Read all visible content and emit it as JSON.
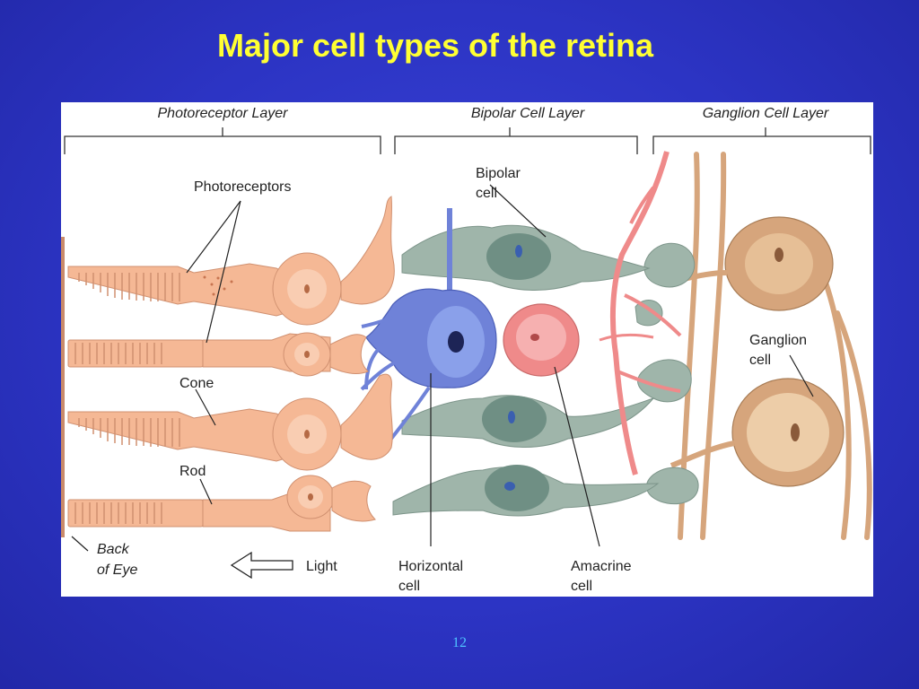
{
  "slide": {
    "title": "Major cell types of the retina",
    "page_number": "12"
  },
  "diagram": {
    "layers": {
      "photoreceptor": "Photoreceptor Layer",
      "bipolar": "Bipolar Cell Layer",
      "ganglion": "Ganglion Cell Layer"
    },
    "labels": {
      "photoreceptors": "Photoreceptors",
      "bipolar_line1": "Bipolar",
      "bipolar_line2": "cell",
      "cone": "Cone",
      "rod": "Rod",
      "ganglion_line1": "Ganglion",
      "ganglion_line2": "cell",
      "back_line1": "Back",
      "back_line2": "of Eye",
      "light": "Light",
      "horizontal_line1": "Horizontal",
      "horizontal_line2": "cell",
      "amacrine_line1": "Amacrine",
      "amacrine_line2": "cell"
    },
    "colors": {
      "photoreceptor": "#f5b895",
      "bipolar": "#9fb5aa",
      "horizontal": "#6f82d8",
      "amacrine": "#ef8a8a",
      "ganglion": "#d6a57c"
    }
  }
}
